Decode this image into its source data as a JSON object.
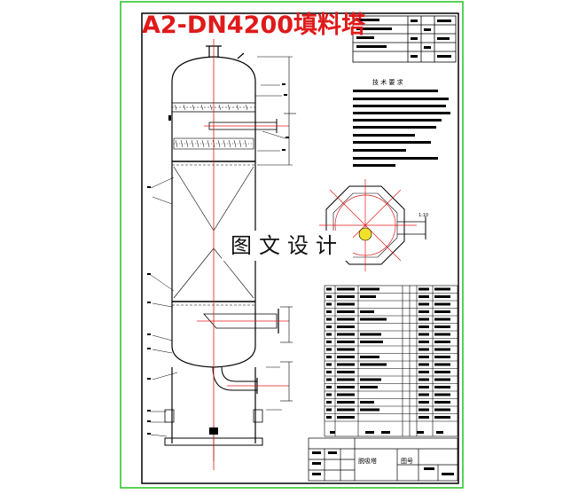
{
  "drawing": {
    "title": "A2-DN4200填料塔",
    "watermark": "图文设计",
    "tech_req_heading": "技 术 要 求",
    "drawing_name": "脱吸塔",
    "drawing_no_label": "图号",
    "nozzle_label": "1:10"
  },
  "colors": {
    "frame": "#22c322",
    "title": "#e01a1a",
    "centerline": "#e01a1a",
    "ink": "#000000"
  }
}
